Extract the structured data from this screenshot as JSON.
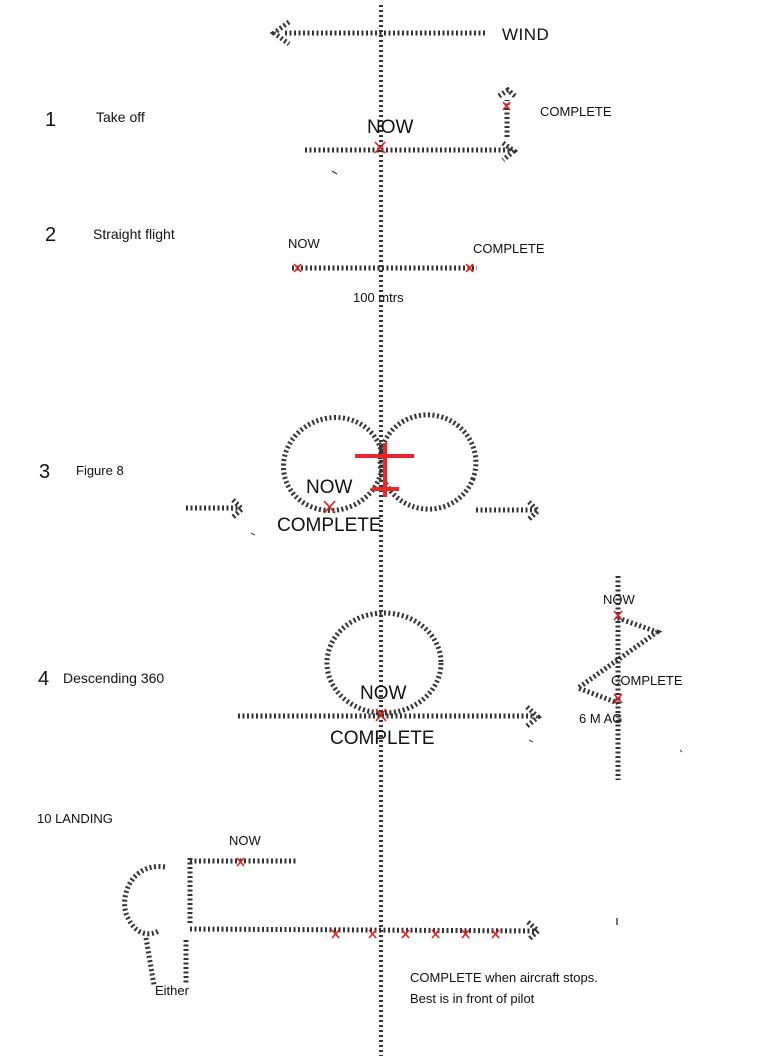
{
  "wind_label": "WIND",
  "colors": {
    "marker": "#e02020",
    "line": "#222222",
    "background": "#ffffff"
  },
  "manoeuvres": [
    {
      "number": "1",
      "name": "Take off",
      "now": "NOW",
      "complete": "COMPLETE"
    },
    {
      "number": "2",
      "name": "Straight flight",
      "now": "NOW",
      "complete": "COMPLETE",
      "distance": "100 mtrs"
    },
    {
      "number": "3",
      "name": "Figure 8",
      "now": "NOW",
      "complete": "COMPLETE"
    },
    {
      "number": "4",
      "name": "Descending 360",
      "now": "NOW",
      "complete": "COMPLETE",
      "alt_now": "NOW",
      "alt_complete": "COMPLETE",
      "alt_height": "6 M AG"
    },
    {
      "name": "10 LANDING",
      "now": "NOW",
      "either": "Either",
      "note_line1": "COMPLETE when aircraft stops.",
      "note_line2": "Best is in front of pilot"
    }
  ]
}
